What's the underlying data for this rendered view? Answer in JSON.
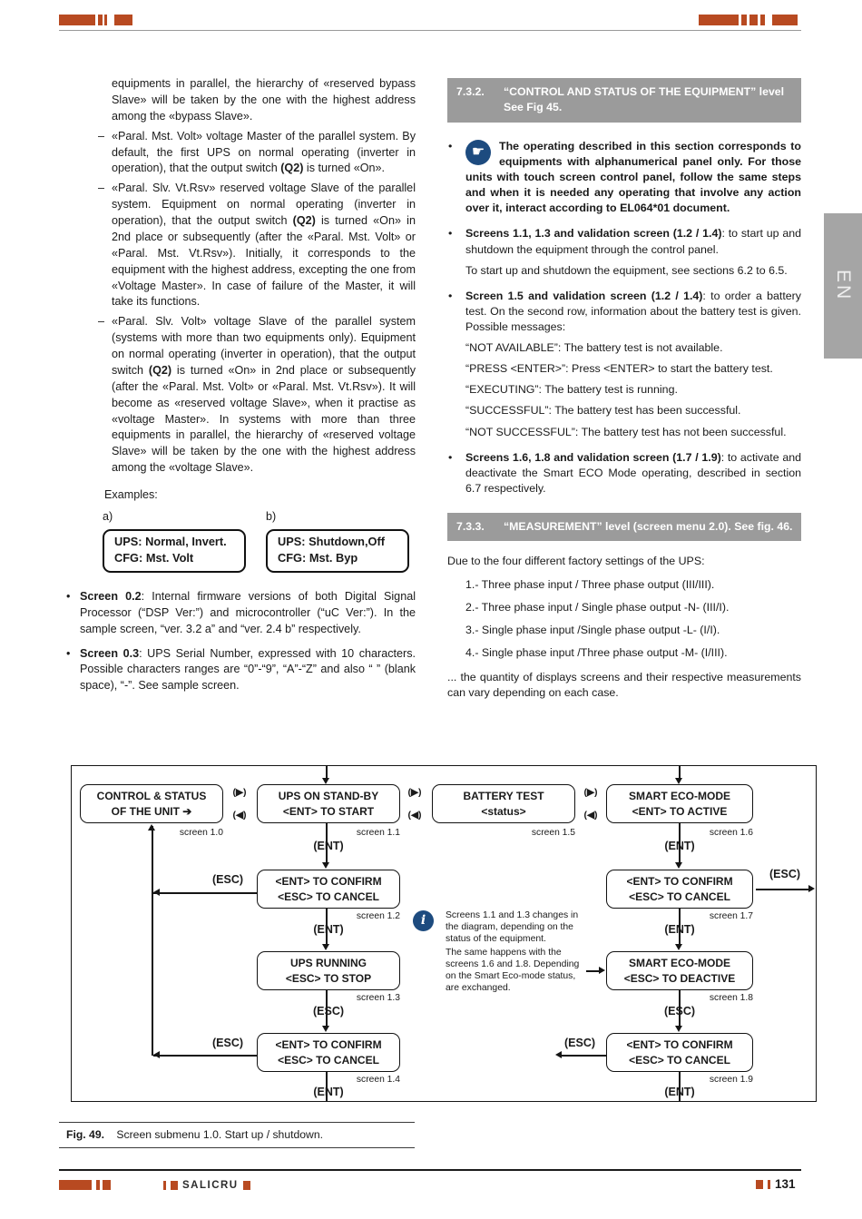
{
  "page": {
    "number": "131",
    "language_tab": "EN",
    "footer_brand": "SALICRU"
  },
  "markers": {
    "dash": "–",
    "bullet": "•"
  },
  "icons": {
    "info": "i",
    "hand": "☛"
  },
  "left_column": {
    "intro": "equipments in parallel, the hierarchy of «reserved bypass Slave» will be taken by the one with the highest address  among the «bypass Slave».",
    "dash_items": [
      "«Paral. Mst. Volt» voltage Master of the parallel system. By default, the first UPS on normal operating (inverter in operation), that the output switch **(Q2)** is turned «On».",
      "«Paral. Slv. Vt.Rsv» reserved voltage Slave of the parallel system. Equipment on normal operating (inverter in operation), that the output switch **(Q2)** is turned «On» in 2nd place or subsequently (after the «Paral. Mst. Volt» or «Paral. Mst. Vt.Rsv»). Initially, it corresponds to the equipment with the highest address, excepting the one from «Voltage Master». In case of failure of the Master, it will take its functions.",
      "«Paral. Slv. Volt» voltage Slave of the parallel system (systems with more than two equipments only). Equipment on normal operating (inverter in operation), that the output switch **(Q2)** is turned «On» in 2nd place or subsequently (after the «Paral. Mst. Volt» or «Paral. Mst. Vt.Rsv»). It will become as «reserved voltage Slave», when it practise as «voltage Master». In systems with more than three equipments in parallel, the hierarchy of «reserved voltage Slave» will be taken by the one with the highest address among the «voltage Slave»."
    ],
    "examples_label": "Examples:",
    "example_a": {
      "label": "a)",
      "line1": "UPS: Normal, Invert.",
      "line2": "CFG: Mst. Volt"
    },
    "example_b": {
      "label": "b)",
      "line1": "UPS: Shutdown,Off",
      "line2": "CFG: Mst. Byp"
    },
    "bullets": [
      "**Screen 0.2**:  Internal firmware versions of both Digital Signal Processor (“DSP Ver:”) and microcontroller (“uC Ver:”). In the sample screen, “ver. 3.2 a” and “ver. 2.4 b” respectively.",
      "**Screen 0.3**:  UPS Serial Number, expressed with 10 characters. Possible characters ranges are “0”-“9”, “A”-“Z” and also “ ” (blank space), “-”. See sample screen."
    ]
  },
  "right_column": {
    "section_732": {
      "number": "7.3.2.",
      "title_line1": "“CONTROL AND STATUS OF THE EQUIPMENT”  level",
      "title_line2": "See Fig 45."
    },
    "note": "The operating described in this section corresponds to equipments with alphanumerical panel only. For those units with touch screen control panel, follow the same steps and when it is needed any operating that involve any action over it, interact according to EL064*01 document.",
    "bullet_screens_11": "**Screens 1.1, 1.3 and validation screen (1.2 / 1.4)**: to start up and shutdown the equipment through the control panel.",
    "bullet_screens_11_sub": "To start up and shutdown the equipment, see sections 6.2 to 6.5.",
    "bullet_screen_15": "**Screen 1.5 and validation screen (1.2 / 1.4)**: to order a battery test. On the second row, information about the battery test is given. Possible messages:",
    "battery_messages": [
      "“NOT AVAILABLE”: The battery test is not available.",
      "“PRESS <ENTER>”: Press <ENTER> to start the battery test.",
      "“EXECUTING”: The battery test is running.",
      "“SUCCESSFUL”: The battery test has been successful.",
      "“NOT SUCCESSFUL”: The battery test has not been successful."
    ],
    "bullet_screens_16": "**Screens 1.6, 1.8 and validation screen (1.7 / 1.9)**: to activate and deactivate the Smart ECO Mode operating, described in section 6.7 respectively.",
    "section_733": {
      "number": "7.3.3.",
      "title": "“MEASUREMENT” level (screen menu 2.0). See fig. 46."
    },
    "factory_intro": "Due to the four different factory settings of the UPS:",
    "factory_items": [
      "1.- Three phase input / Three phase output (III/III).",
      "2.- Three phase input / Single phase output -N- (III/I).",
      "3.- Single phase input /Single phase output -L- (I/I).",
      "4.- Single phase input /Three phase output -M- (I/III)."
    ],
    "factory_outro": "... the quantity of displays screens and their respective measurements can vary depending on each case."
  },
  "diagram": {
    "boxes": {
      "s10": {
        "line1": "CONTROL & STATUS",
        "line2": "OF THE UNIT  ➔",
        "label": "screen 1.0"
      },
      "s11": {
        "line1": "UPS ON STAND-BY",
        "line2": "<ENT> TO START",
        "label": "screen 1.1"
      },
      "s15": {
        "line1": "BATTERY TEST",
        "line2": "<status>",
        "label": "screen 1.5"
      },
      "s16": {
        "line1": "SMART ECO-MODE",
        "line2": "<ENT> TO ACTIVE",
        "label": "screen 1.6"
      },
      "s12": {
        "line1": "<ENT> TO CONFIRM",
        "line2": "<ESC> TO CANCEL",
        "label": "screen 1.2"
      },
      "s17": {
        "line1": "<ENT> TO CONFIRM",
        "line2": "<ESC> TO CANCEL",
        "label": "screen 1.7"
      },
      "s13": {
        "line1": "UPS RUNNING",
        "line2": "<ESC> TO STOP",
        "label": "screen 1.3"
      },
      "s18": {
        "line1": "SMART ECO-MODE",
        "line2": "<ESC> TO DEACTIVE",
        "label": "screen 1.8"
      },
      "s14": {
        "line1": "<ENT> TO CONFIRM",
        "line2": "<ESC> TO CANCEL",
        "label": "screen 1.4"
      },
      "s19": {
        "line1": "<ENT> TO CONFIRM",
        "line2": "<ESC> TO CANCEL",
        "label": "screen 1.9"
      }
    },
    "keys": {
      "ent": "(ENT)",
      "esc": "(ESC)",
      "next": "(▶)",
      "prev": "(◀)"
    },
    "note_line1": "Screens 1.1 and 1.3 changes in the diagram, depending on the status of the equipment.",
    "note_line2": "The same happens with the screens 1.6 and 1.8. Depending on the Smart Eco-mode status, are exchanged."
  },
  "figure": {
    "label": "Fig. 49.",
    "caption": "Screen submenu 1.0. Start up / shutdown."
  }
}
